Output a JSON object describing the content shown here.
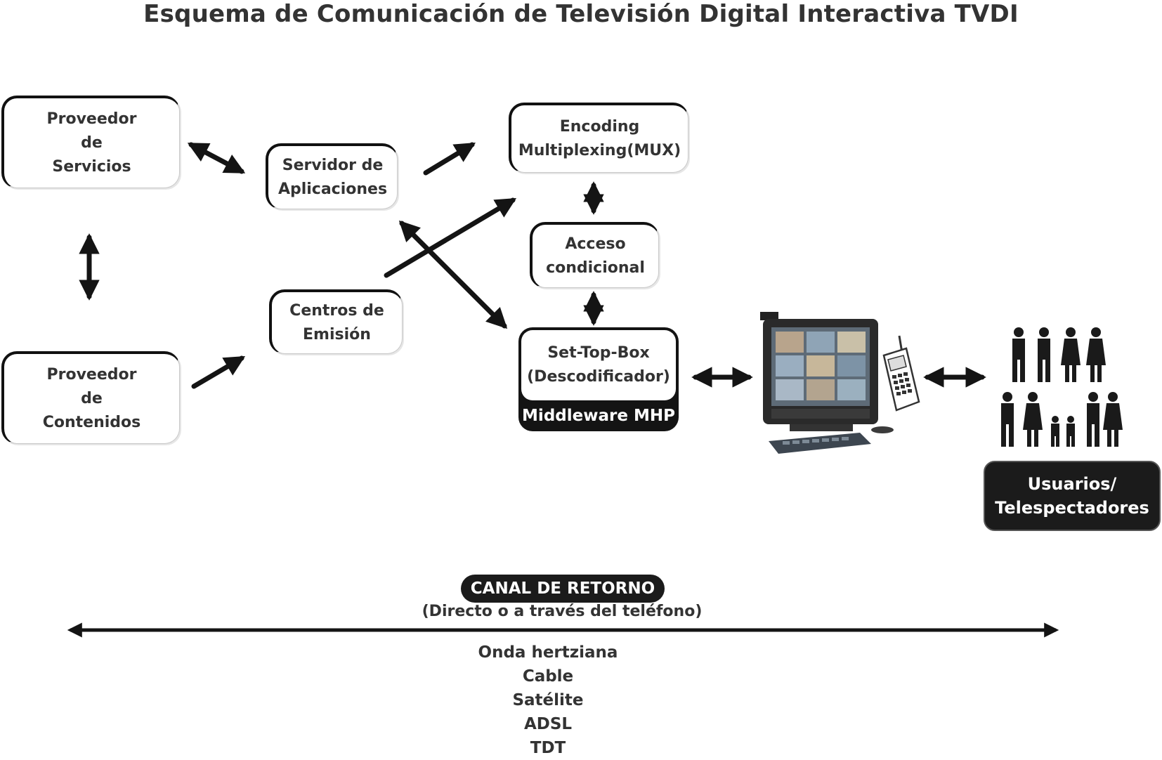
{
  "title": "Esquema de Comunicación de Televisión Digital Interactiva TVDI",
  "nodes": {
    "proveedor_servicios": "Proveedor\nde\nServicios",
    "proveedor_contenidos": "Proveedor\nde\nContenidos",
    "servidor_aplicaciones": "Servidor de\nAplicaciones",
    "centros_emision": "Centros de\nEmisión",
    "encoding_mux": "Encoding\nMultiplexing(MUX)",
    "acceso_condicional": "Acceso\ncondicional",
    "set_top_box": "Set-Top-Box\n(Descodificador)",
    "middleware": "Middleware MHP",
    "usuarios": "Usuarios/\nTelespectadores"
  },
  "return_channel": {
    "label": "CANAL DE RETORNO",
    "sublabel": "(Directo o a través del teléfono)",
    "media": [
      "Onda hertziana",
      "Cable",
      "Satélite",
      "ADSL",
      "TDT"
    ]
  },
  "icons": {
    "terminal": "computer-tv-terminal-icon",
    "phone": "mobile-phone-icon",
    "audience": "people-group-icon"
  },
  "colors": {
    "ink": "#141414",
    "box_border": "#c9c9c9",
    "text": "#333333"
  }
}
